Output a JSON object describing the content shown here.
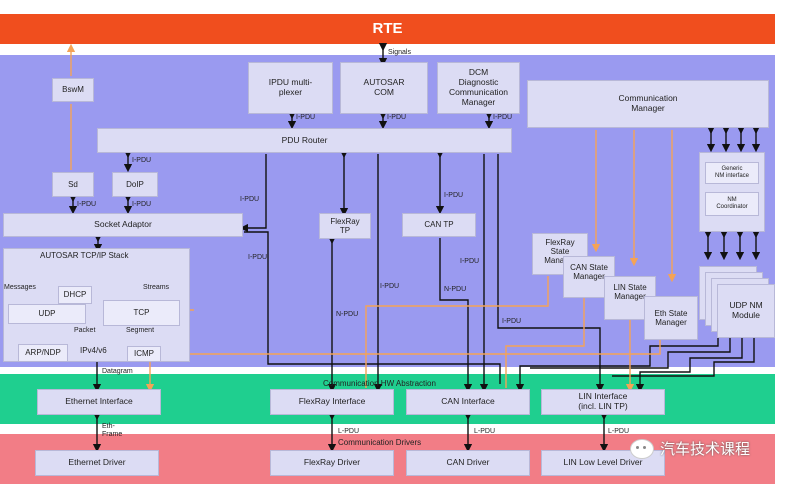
{
  "colors": {
    "rte": "#f04e1e",
    "bsw": "#9a9af0",
    "hw_abstraction": "#1fcf8f",
    "drivers": "#f27d86",
    "module": "#dcdcf4",
    "orange_line": "#f5a356",
    "black_line": "#111111"
  },
  "rte": {
    "label": "RTE"
  },
  "signals_label": "Signals",
  "modules": {
    "bswm": "BswM",
    "ipdu_mux": "IPDU multi-\nplexer",
    "autosar_com": "AUTOSAR\nCOM",
    "dcm": "DCM\nDiagnostic\nCommunication\nManager",
    "comm_manager": "Communication\nManager",
    "pdu_router": "PDU Router",
    "sd": "Sd",
    "doip": "DoIP",
    "socket_adaptor": "Socket Adaptor",
    "flexray_tp": "FlexRay\nTP",
    "can_tp": "CAN TP",
    "generic_nm": "Generic\nNM interface",
    "nm_coordinator": "NM\nCoordinator",
    "flexray_sm": "FlexRay\nState\nManager",
    "can_sm": "CAN State\nManager",
    "lin_sm": "LIN State\nManager",
    "eth_sm": "Eth State\nManager",
    "udp_nm": "UDP NM\nModule",
    "tcpip_stack": "AUTOSAR TCP/IP Stack",
    "dhcp": "DHCP",
    "udp": "UDP",
    "tcp": "TCP",
    "arp_ndp": "ARP/NDP",
    "ipv4v6": "IPv4/v6",
    "icmp": "ICMP"
  },
  "labels": {
    "ipdu": "I-PDU",
    "npdu": "N-PDU",
    "lpdu": "L-PDU",
    "messages": "Messages",
    "streams": "Streams",
    "packet": "Packet",
    "segment": "Segment",
    "datagram": "Datagram",
    "eth_frame": "Eth-\nFrame"
  },
  "hw_abstraction": {
    "title": "Communication HW Abstraction",
    "ethernet_interface": "Ethernet Interface",
    "flexray_interface": "FlexRay Interface",
    "can_interface": "CAN Interface",
    "lin_interface": "LIN Interface\n(incl. LIN TP)"
  },
  "drivers": {
    "title": "Communication Drivers",
    "ethernet_driver": "Ethernet Driver",
    "flexray_driver": "FlexRay Driver",
    "can_driver": "CAN Driver",
    "lin_driver": "LIN Low Level Driver"
  },
  "watermark": {
    "text": "汽车技术课程"
  }
}
